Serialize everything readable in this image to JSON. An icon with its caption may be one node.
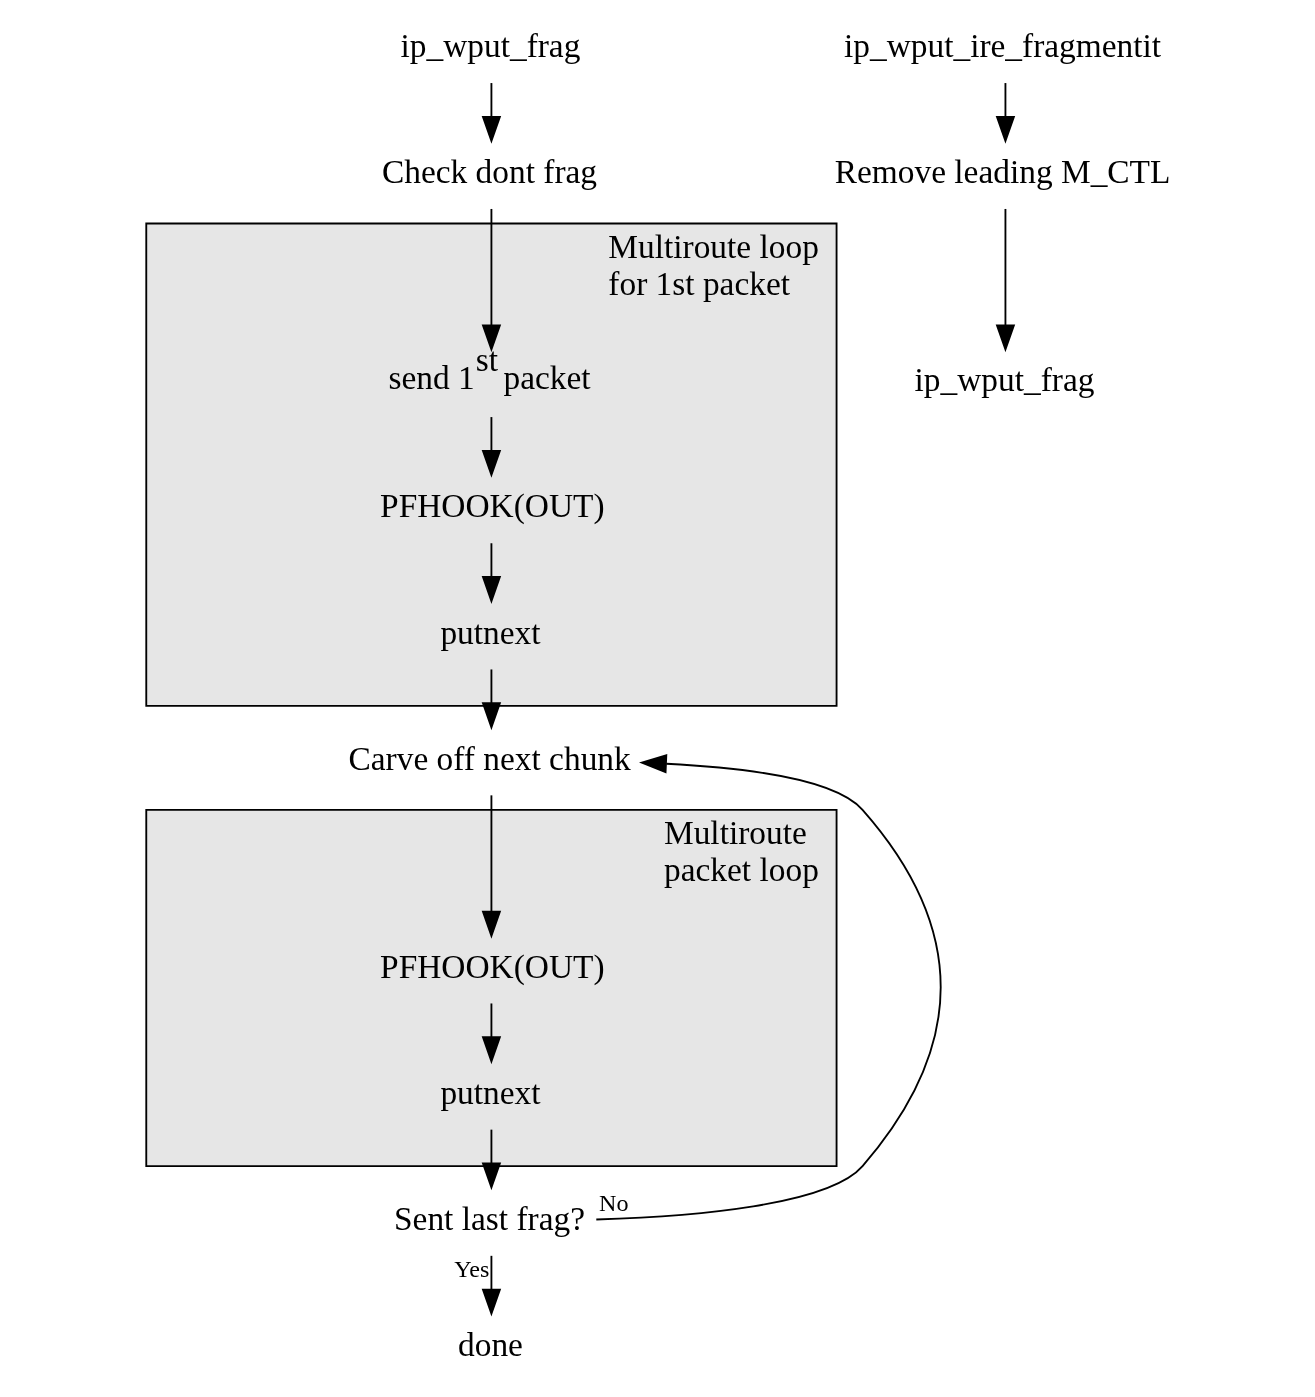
{
  "diagram": {
    "nodes": [
      {
        "text": [
          "ip_wput_frag"
        ]
      },
      {
        "text": [
          "Check dont frag"
        ]
      },
      {
        "text": [
          "Multiroute loop for 1st packet"
        ]
      },
      {
        "text": [
          "send 1$^{st}$ packet"
        ],
        "in": 2
      },
      {
        "text": [
          "PFHOOK(OUT)"
        ],
        "in": 2
      },
      {
        "text": [
          "putnext"
        ],
        "in": 2
      },
      {
        "text": [
          "Carve off next chunk"
        ]
      },
      {
        "text": [
          "Multiroute packet loop"
        ]
      },
      {
        "text": [
          "PFHOOK(OUT)"
        ],
        "in": 7
      },
      {
        "text": [
          "putnext"
        ],
        "in": 7
      },
      {
        "text": [
          "Sent last frag?"
        ]
      },
      {
        "text": [
          "done"
        ]
      },
      {
        "text": [
          "ip_wput_ire_fragmentit"
        ]
      },
      {
        "text": [
          "Remove leading M_CTL"
        ]
      },
      {
        "text": [
          "ip_wput_frag"
        ]
      }
    ],
    "edges": [
      {
        "from": 0,
        "to": 1,
        "arrow": "to"
      },
      {
        "from": 1,
        "to": 3,
        "arrow": "to"
      },
      {
        "from": 3,
        "to": 4,
        "arrow": "to"
      },
      {
        "from": 4,
        "to": 5,
        "arrow": "to"
      },
      {
        "from": 5,
        "to": 6,
        "arrow": "to"
      },
      {
        "from": 6,
        "to": 8,
        "arrow": "to"
      },
      {
        "from": 8,
        "to": 9,
        "arrow": "to"
      },
      {
        "from": 9,
        "to": 10,
        "arrow": "to"
      },
      {
        "from": 10,
        "to": 6,
        "arrow": "to",
        "label": "No"
      },
      {
        "from": 10,
        "to": 11,
        "arrow": "to",
        "label": "Yes"
      },
      {
        "from": 12,
        "to": 13,
        "arrow": "to"
      },
      {
        "from": 13,
        "to": 14,
        "arrow": "to"
      }
    ]
  }
}
